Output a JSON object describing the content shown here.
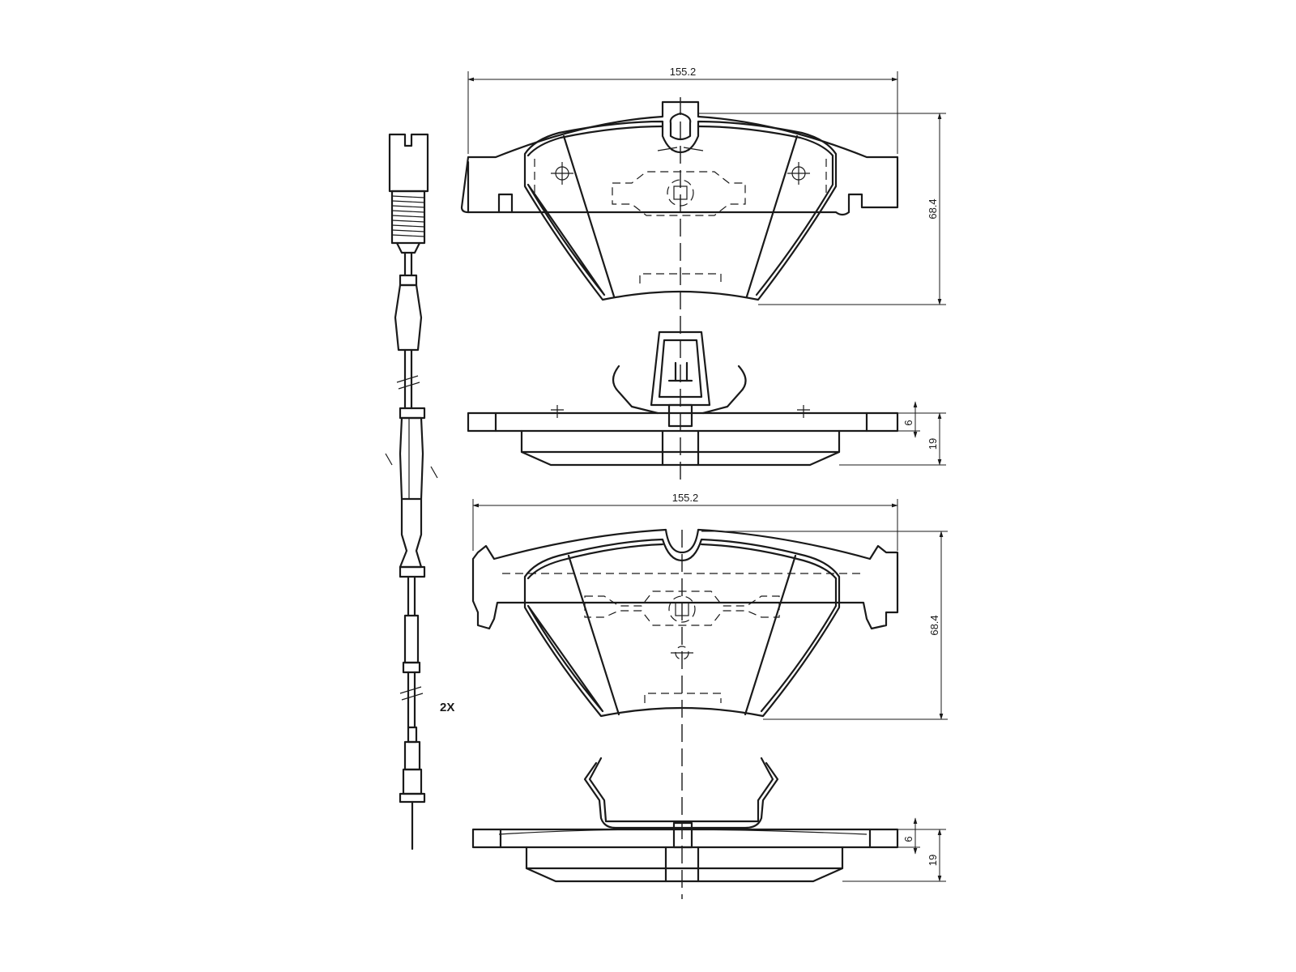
{
  "pad1": {
    "width_label": "155.2",
    "height_label": "68.4",
    "backing_thickness_label": "6",
    "total_thickness_label": "19"
  },
  "pad2": {
    "width_label": "155.2",
    "height_label": "68.4",
    "backing_thickness_label": "6",
    "total_thickness_label": "19"
  },
  "sensor": {
    "quantity_label": "2X"
  }
}
